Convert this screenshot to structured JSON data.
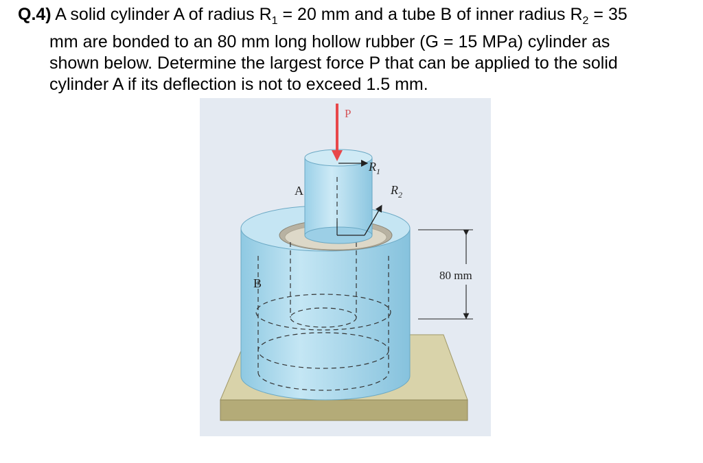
{
  "question": {
    "number": "Q.4)",
    "line1_part1": " A solid cylinder A of radius R",
    "line1_sub1": "1",
    "line1_part2": " = 20 mm and a tube B of inner radius R",
    "line1_sub2": "2",
    "line1_part3": " = 35",
    "line2": "mm are bonded to an 80 mm long hollow rubber (G = 15 MPa) cylinder as",
    "line3": "shown below. Determine the largest force P that can be applied to the solid",
    "line4": "cylinder A if its deflection is not to exceed 1.5 mm."
  },
  "figure": {
    "label_P": "P",
    "label_A": "A",
    "label_B": "B",
    "label_R": "R",
    "label_R1_sub": "1",
    "label_R2_sub": "2",
    "dimension_label": "80 mm",
    "colors": {
      "background": "#e4eaf2",
      "cylinder": "#a9d8ec",
      "cylinder_dark": "#82c0dc",
      "base_top": "#d9d3aa",
      "base_side": "#b4ab78",
      "force_arrow": "#e8474a"
    }
  }
}
